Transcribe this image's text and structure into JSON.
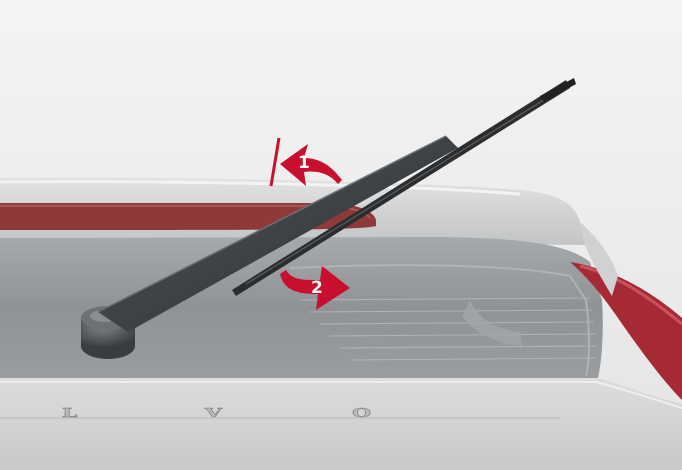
{
  "figure": {
    "callouts": [
      {
        "id": "1",
        "label": "1",
        "color": "#c8102e"
      },
      {
        "id": "2",
        "label": "2",
        "color": "#c8102e"
      }
    ],
    "rear_emblem": {
      "letters": [
        "L",
        "V",
        "O"
      ]
    },
    "colors": {
      "background": "#ffffff",
      "car_body": "#cfd1d2",
      "rear_glass": "#8d9194",
      "brake_light": "#8e3a3a",
      "tail_light": "#a62a35",
      "wiper_arm": "#333638",
      "arrow": "#c8102e"
    },
    "icons": {
      "arrow_1": "curved-arrow-up-left",
      "arrow_2": "curved-arrow-down-right",
      "limit_marker": "red-vertical-line"
    }
  }
}
